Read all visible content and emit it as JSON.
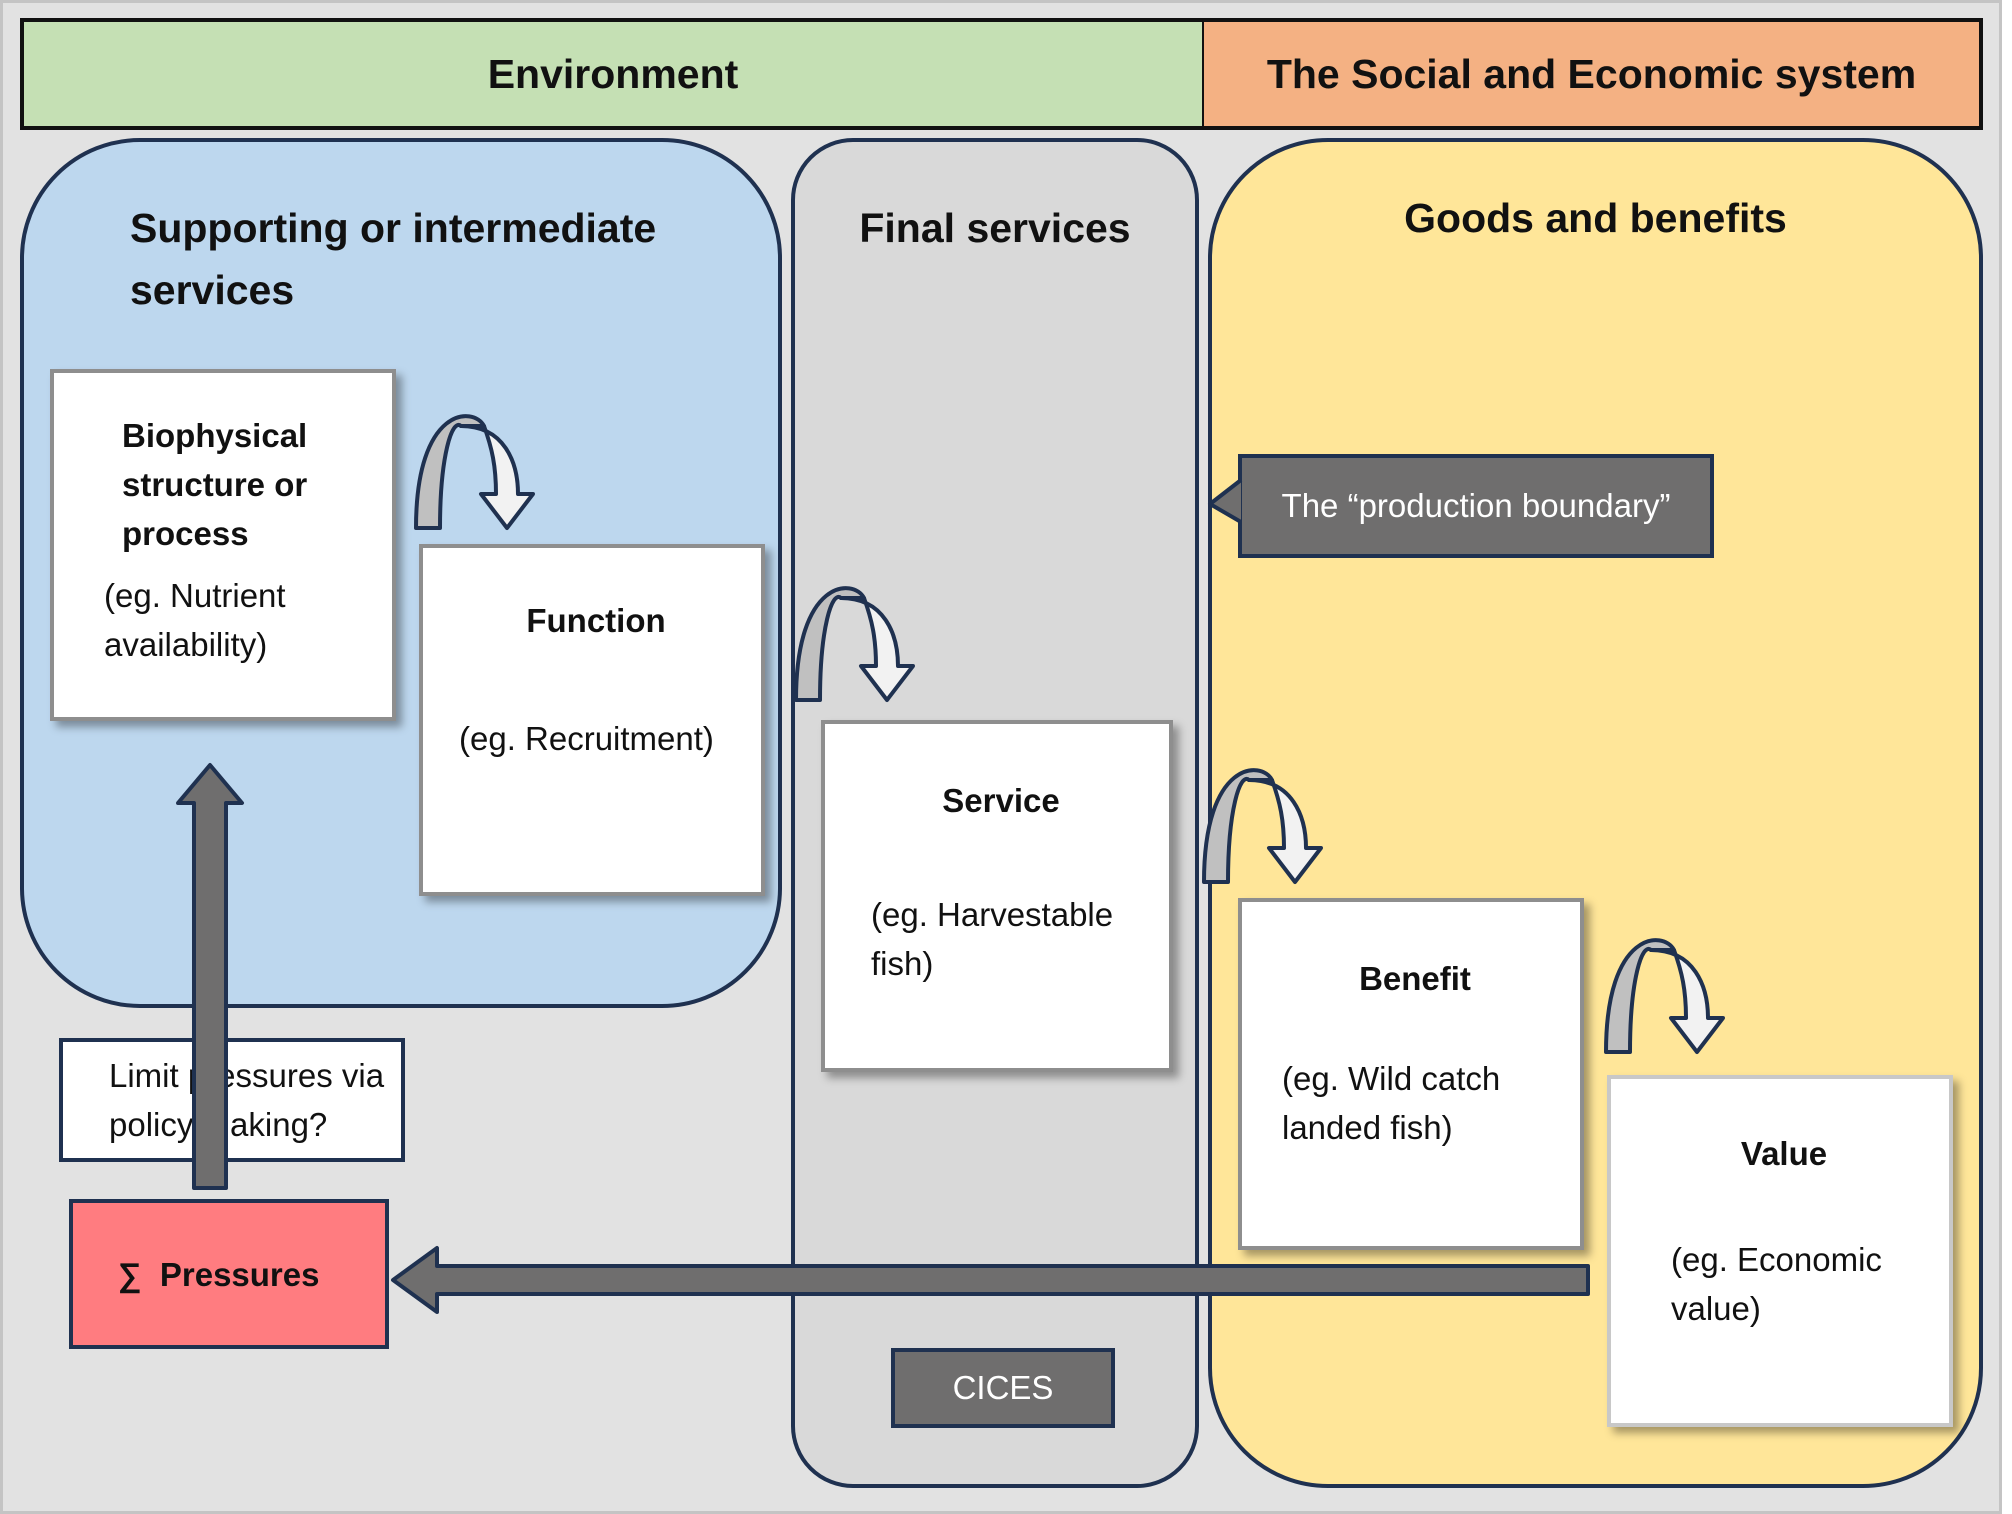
{
  "header": {
    "environment": "Environment",
    "social_economic": "The Social and Economic system"
  },
  "regions": {
    "supporting": "Supporting or intermediate services",
    "final": "Final services",
    "goods": "Goods and benefits"
  },
  "boxes": {
    "biophysical": {
      "title": "Biophysical structure or process",
      "example": "(eg. Nutrient availability)"
    },
    "function": {
      "title": "Function",
      "example": "(eg. Recruitment)"
    },
    "service": {
      "title": "Service",
      "example": "(eg. Harvestable fish)"
    },
    "benefit": {
      "title": "Benefit",
      "example": "(eg. Wild catch landed fish)"
    },
    "value": {
      "title": "Value",
      "example": "(eg. Economic value)"
    }
  },
  "production_boundary": "The “production boundary”",
  "cices": "CICES",
  "limit_pressures": "Limit pressures via policy making?",
  "pressures": "∑  Pressures",
  "colors": {
    "environment": "#c5e0b4",
    "social_economic": "#f4b183",
    "supporting": "#bdd7ee",
    "final": "#d9d9d9",
    "goods": "#ffe699",
    "pressures": "#ff7c80",
    "arrow": "#6f6e6e"
  }
}
